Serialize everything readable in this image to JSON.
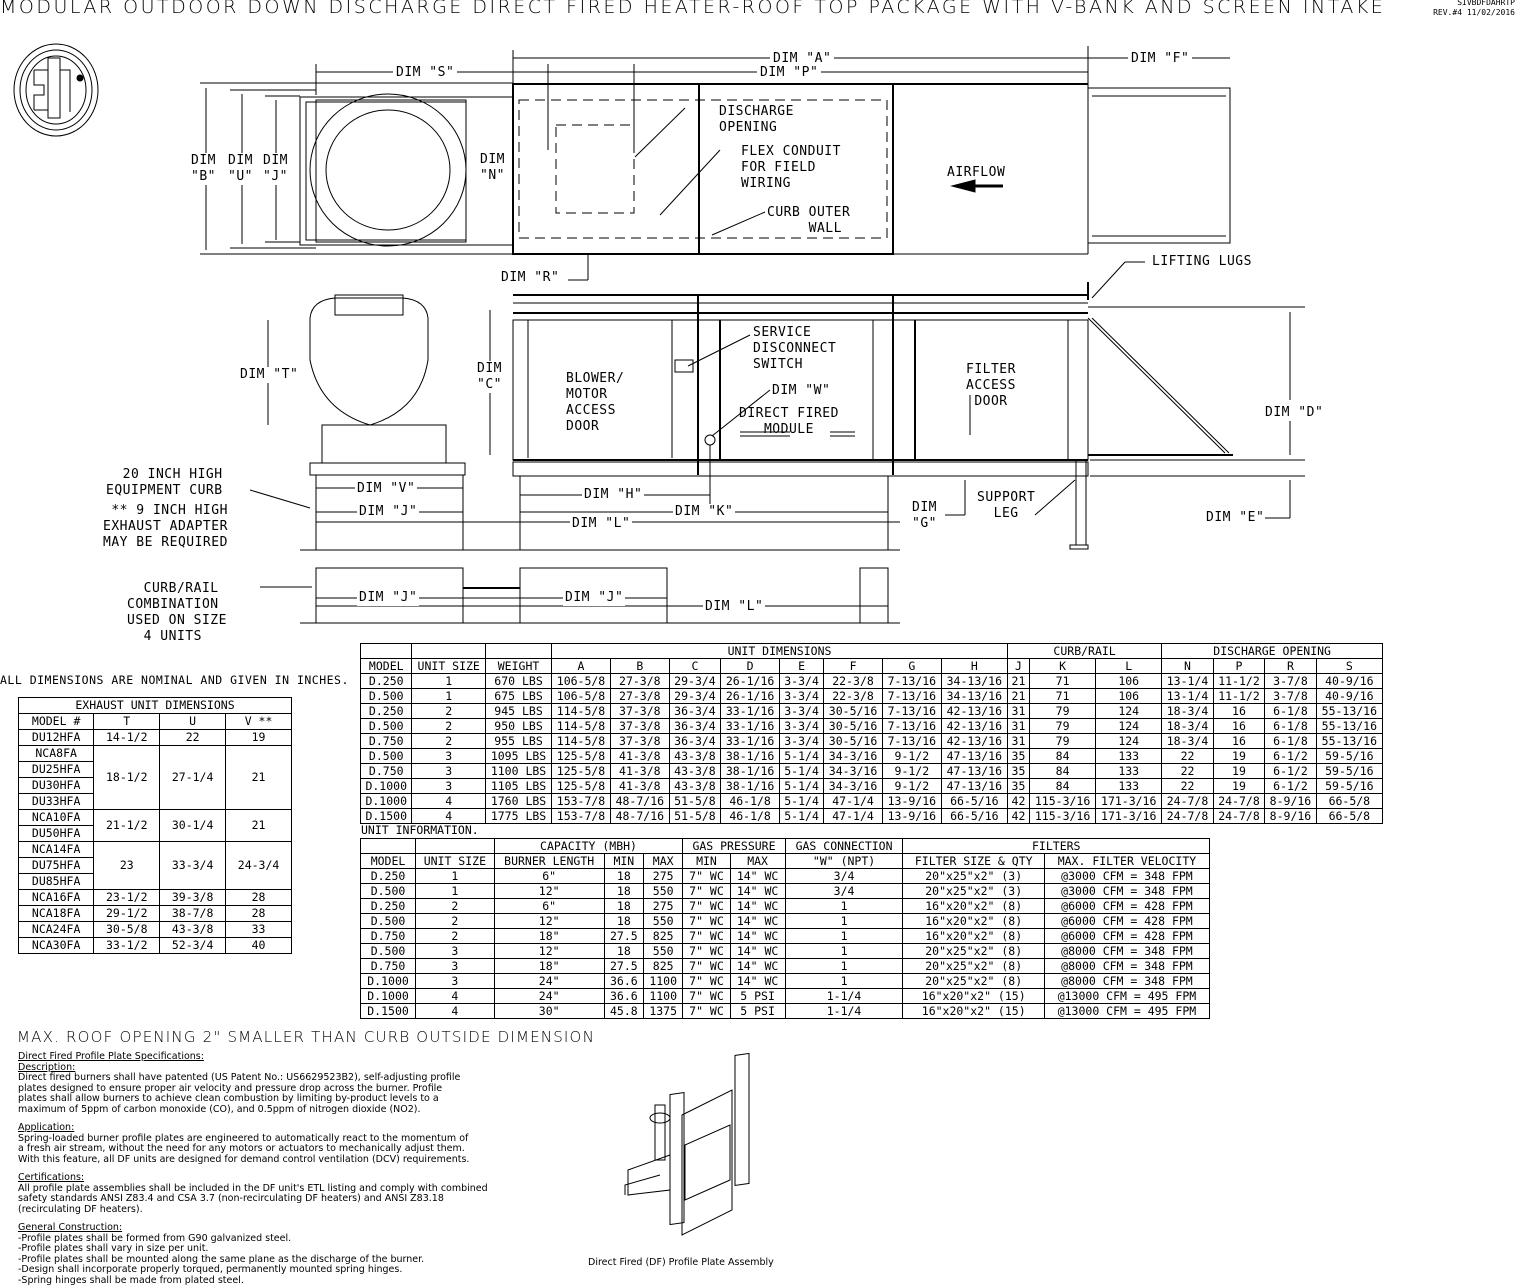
{
  "header": {
    "title": "MODULAR OUTDOOR DOWN DISCHARGE DIRECT FIRED HEATER-ROOF TOP PACKAGE WITH V-BANK AND SCREEN INTAKE",
    "drawing_code": "SIVBDFDAHRTP",
    "revision": "REV.#4   11/02/2016",
    "logo": "ETL LISTED"
  },
  "top_view": {
    "dim_a": "DIM \"A\"",
    "dim_f": "DIM \"F\"",
    "dim_s": "DIM \"S\"",
    "dim_p": "DIM \"P\"",
    "dim_b": "DIM\n\"B\"",
    "dim_u": "DIM\n\"U\"",
    "dim_j": "DIM\n\"J\"",
    "dim_n": "DIM\n\"N\"",
    "dim_r": "DIM \"R\"",
    "discharge_opening": "DISCHARGE\nOPENING",
    "flex_conduit": "FLEX CONDUIT\nFOR FIELD\nWIRING",
    "curb_outer_wall": "CURB OUTER\n     WALL",
    "airflow": "AIRFLOW"
  },
  "side_view": {
    "lifting_lugs": "LIFTING LUGS",
    "dim_t": "DIM \"T\"",
    "dim_c": "DIM\n\"C\"",
    "blower_door": "BLOWER/\nMOTOR\nACCESS\nDOOR",
    "service_switch": "SERVICE\nDISCONNECT\nSWITCH",
    "dim_w": "DIM \"W\"",
    "df_module": "DIRECT FIRED\n   MODULE",
    "filter_door": "FILTER\nACCESS\n DOOR",
    "dim_d": "DIM \"D\"",
    "dim_e": "DIM \"E\"",
    "support_leg": "SUPPORT\n  LEG",
    "dim_g": "DIM\n\"G\"",
    "dim_v": "DIM \"V\"",
    "dim_j": "DIM \"J\"",
    "dim_h": "DIM \"H\"",
    "dim_k": "DIM \"K\"",
    "dim_l": "DIM \"L\"",
    "curb_note": "  20 INCH HIGH\nEQUIPMENT CURB",
    "adapter_note": " ** 9 INCH HIGH\nEXHAUST ADAPTER\nMAY BE REQUIRED",
    "curb_rail_note": "  CURB/RAIL\nCOMBINATION\nUSED ON SIZE\n  4 UNITS",
    "dim_j2a": "DIM \"J\"",
    "dim_j2b": "DIM \"J\"",
    "dim_l2": "DIM \"L\""
  },
  "nominal_note": "ALL DIMENSIONS ARE NOMINAL AND GIVEN IN INCHES.",
  "exhaust_table": {
    "title": "EXHAUST UNIT DIMENSIONS",
    "headers": [
      "MODEL #",
      "T",
      "U",
      "V **"
    ],
    "rows": [
      {
        "models": [
          "DU12HFA"
        ],
        "t": "14-1/2",
        "u": "22",
        "v": "19"
      },
      {
        "models": [
          "NCA8FA",
          "DU25HFA",
          "DU30HFA",
          "DU33HFA"
        ],
        "t": "18-1/2",
        "u": "27-1/4",
        "v": "21"
      },
      {
        "models": [
          "NCA10FA",
          "DU50HFA"
        ],
        "t": "21-1/2",
        "u": "30-1/4",
        "v": "21"
      },
      {
        "models": [
          "NCA14FA",
          "DU75HFA",
          "DU85HFA"
        ],
        "t": "23",
        "u": "33-3/4",
        "v": "24-3/4"
      },
      {
        "models": [
          "NCA16FA"
        ],
        "t": "23-1/2",
        "u": "39-3/8",
        "v": "28"
      },
      {
        "models": [
          "NCA18FA"
        ],
        "t": "29-1/2",
        "u": "38-7/8",
        "v": "28"
      },
      {
        "models": [
          "NCA24FA"
        ],
        "t": "30-5/8",
        "u": "43-3/8",
        "v": "33"
      },
      {
        "models": [
          "NCA30FA"
        ],
        "t": "33-1/2",
        "u": "52-3/4",
        "v": "40"
      }
    ]
  },
  "dimensions_table": {
    "groups": [
      "UNIT DIMENSIONS",
      "CURB/RAIL",
      "DISCHARGE OPENING"
    ],
    "headers": [
      "MODEL",
      "UNIT SIZE",
      "WEIGHT",
      "A",
      "B",
      "C",
      "D",
      "E",
      "F",
      "G",
      "H",
      "J",
      "K",
      "L",
      "N",
      "P",
      "R",
      "S"
    ],
    "rows": [
      [
        "D.250",
        "1",
        "670 LBS",
        "106-5/8",
        "27-3/8",
        "29-3/4",
        "26-1/16",
        "3-3/4",
        "22-3/8",
        "7-13/16",
        "34-13/16",
        "21",
        "71",
        "106",
        "13-1/4",
        "11-1/2",
        "3-7/8",
        "40-9/16"
      ],
      [
        "D.500",
        "1",
        "675 LBS",
        "106-5/8",
        "27-3/8",
        "29-3/4",
        "26-1/16",
        "3-3/4",
        "22-3/8",
        "7-13/16",
        "34-13/16",
        "21",
        "71",
        "106",
        "13-1/4",
        "11-1/2",
        "3-7/8",
        "40-9/16"
      ],
      [
        "D.250",
        "2",
        "945 LBS",
        "114-5/8",
        "37-3/8",
        "36-3/4",
        "33-1/16",
        "3-3/4",
        "30-5/16",
        "7-13/16",
        "42-13/16",
        "31",
        "79",
        "124",
        "18-3/4",
        "16",
        "6-1/8",
        "55-13/16"
      ],
      [
        "D.500",
        "2",
        "950 LBS",
        "114-5/8",
        "37-3/8",
        "36-3/4",
        "33-1/16",
        "3-3/4",
        "30-5/16",
        "7-13/16",
        "42-13/16",
        "31",
        "79",
        "124",
        "18-3/4",
        "16",
        "6-1/8",
        "55-13/16"
      ],
      [
        "D.750",
        "2",
        "955 LBS",
        "114-5/8",
        "37-3/8",
        "36-3/4",
        "33-1/16",
        "3-3/4",
        "30-5/16",
        "7-13/16",
        "42-13/16",
        "31",
        "79",
        "124",
        "18-3/4",
        "16",
        "6-1/8",
        "55-13/16"
      ],
      [
        "D.500",
        "3",
        "1095 LBS",
        "125-5/8",
        "41-3/8",
        "43-3/8",
        "38-1/16",
        "5-1/4",
        "34-3/16",
        "9-1/2",
        "47-13/16",
        "35",
        "84",
        "133",
        "22",
        "19",
        "6-1/2",
        "59-5/16"
      ],
      [
        "D.750",
        "3",
        "1100 LBS",
        "125-5/8",
        "41-3/8",
        "43-3/8",
        "38-1/16",
        "5-1/4",
        "34-3/16",
        "9-1/2",
        "47-13/16",
        "35",
        "84",
        "133",
        "22",
        "19",
        "6-1/2",
        "59-5/16"
      ],
      [
        "D.1000",
        "3",
        "1105 LBS",
        "125-5/8",
        "41-3/8",
        "43-3/8",
        "38-1/16",
        "5-1/4",
        "34-3/16",
        "9-1/2",
        "47-13/16",
        "35",
        "84",
        "133",
        "22",
        "19",
        "6-1/2",
        "59-5/16"
      ],
      [
        "D.1000",
        "4",
        "1760 LBS",
        "153-7/8",
        "48-7/16",
        "51-5/8",
        "46-1/8",
        "5-1/4",
        "47-1/4",
        "13-9/16",
        "66-5/16",
        "42",
        "115-3/16",
        "171-3/16",
        "24-7/8",
        "24-7/8",
        "8-9/16",
        "66-5/8"
      ],
      [
        "D.1500",
        "4",
        "1775 LBS",
        "153-7/8",
        "48-7/16",
        "51-5/8",
        "46-1/8",
        "5-1/4",
        "47-1/4",
        "13-9/16",
        "66-5/16",
        "42",
        "115-3/16",
        "171-3/16",
        "24-7/8",
        "24-7/8",
        "8-9/16",
        "66-5/8"
      ]
    ]
  },
  "unit_info_table": {
    "caption": "UNIT INFORMATION.",
    "groups": [
      "CAPACITY (MBH)",
      "GAS PRESSURE",
      "GAS CONNECTION",
      "FILTERS"
    ],
    "headers": [
      "MODEL",
      "UNIT SIZE",
      "BURNER LENGTH",
      "MIN",
      "MAX",
      "MIN",
      "MAX",
      "\"W\" (NPT)",
      "FILTER SIZE & QTY",
      "MAX. FILTER VELOCITY"
    ],
    "rows": [
      [
        "D.250",
        "1",
        "6\"",
        "18",
        "275",
        "7\" WC",
        "14\" WC",
        "3/4",
        "20\"x25\"x2\" (3)",
        "@3000 CFM = 348 FPM"
      ],
      [
        "D.500",
        "1",
        "12\"",
        "18",
        "550",
        "7\" WC",
        "14\" WC",
        "3/4",
        "20\"x25\"x2\" (3)",
        "@3000 CFM = 348 FPM"
      ],
      [
        "D.250",
        "2",
        "6\"",
        "18",
        "275",
        "7\" WC",
        "14\" WC",
        "1",
        "16\"x20\"x2\" (8)",
        "@6000 CFM = 428 FPM"
      ],
      [
        "D.500",
        "2",
        "12\"",
        "18",
        "550",
        "7\" WC",
        "14\" WC",
        "1",
        "16\"x20\"x2\" (8)",
        "@6000 CFM = 428 FPM"
      ],
      [
        "D.750",
        "2",
        "18\"",
        "27.5",
        "825",
        "7\" WC",
        "14\" WC",
        "1",
        "16\"x20\"x2\" (8)",
        "@6000 CFM = 428 FPM"
      ],
      [
        "D.500",
        "3",
        "12\"",
        "18",
        "550",
        "7\" WC",
        "14\" WC",
        "1",
        "20\"x25\"x2\" (8)",
        "@8000 CFM = 348 FPM"
      ],
      [
        "D.750",
        "3",
        "18\"",
        "27.5",
        "825",
        "7\" WC",
        "14\" WC",
        "1",
        "20\"x25\"x2\" (8)",
        "@8000 CFM = 348 FPM"
      ],
      [
        "D.1000",
        "3",
        "24\"",
        "36.6",
        "1100",
        "7\" WC",
        "14\" WC",
        "1",
        "20\"x25\"x2\" (8)",
        "@8000 CFM = 348 FPM"
      ],
      [
        "D.1000",
        "4",
        "24\"",
        "36.6",
        "1100",
        "7\" WC",
        "5 PSI",
        "1-1/4",
        "16\"x20\"x2\" (15)",
        "@13000 CFM = 495 FPM"
      ],
      [
        "D.1500",
        "4",
        "30\"",
        "45.8",
        "1375",
        "7\" WC",
        "5 PSI",
        "1-1/4",
        "16\"x20\"x2\" (15)",
        "@13000 CFM = 495 FPM"
      ]
    ]
  },
  "roof_note": "MAX. ROOF OPENING 2\" SMALLER THAN CURB OUTSIDE DIMENSION",
  "specs": {
    "heading": "Direct Fired Profile Plate Specifications:",
    "sections": [
      {
        "title": "Description:",
        "body": "Direct fired burners shall have patented (US Patent No.: US6629523B2), self-adjusting profile\nplates designed to ensure proper air velocity and pressure drop across the burner. Profile\nplates shall allow burners to achieve clean combustion by limiting by-product levels to a\nmaximum of 5ppm of carbon monoxide (CO), and 0.5ppm of nitrogen dioxide (NO2)."
      },
      {
        "title": "Application:",
        "body": "Spring-loaded burner profile plates are engineered to automatically react to the momentum of\na fresh air stream, without the need for any motors or actuators to mechanically adjust them.\nWith this feature, all DF units are designed for demand control ventilation (DCV) requirements."
      },
      {
        "title": "Certifications:",
        "body": "All profile plate assemblies shall be included in the DF unit's ETL listing and comply with combined\nsafety standards ANSI Z83.4 and CSA 3.7 (non-recirculating DF heaters) and ANSI Z83.18\n(recirculating DF heaters)."
      },
      {
        "title": "General Construction:",
        "body": "-Profile plates shall be formed from G90 galvanized steel.\n-Profile plates shall vary in size per unit.\n-Profile plates shall be mounted along the same plane as the discharge of the burner.\n-Design shall incorporate properly torqued, permanently mounted spring hinges.\n-Spring hinges shall be made from plated steel."
      }
    ]
  },
  "assembly_caption": "Direct Fired (DF) Profile Plate Assembly"
}
